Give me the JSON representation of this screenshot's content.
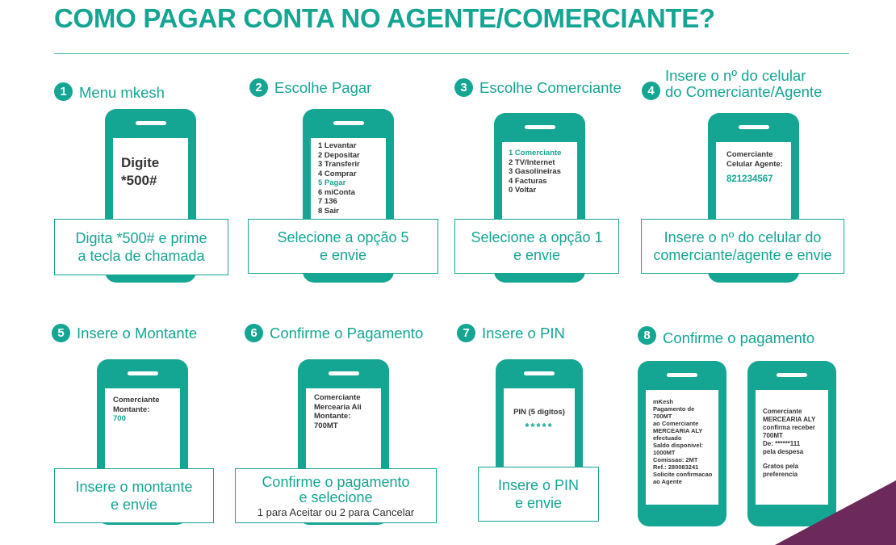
{
  "title": "COMO PAGAR CONTA NO AGENTE/COMERCIANTE?",
  "steps": [
    {
      "num": "1",
      "label": "Menu mkesh",
      "screen": {
        "line1": "Digite",
        "line2": "*500#"
      },
      "callout": [
        "Digita *500# e prime",
        "a tecla de chamada"
      ]
    },
    {
      "num": "2",
      "label": "Escolhe Pagar",
      "screen": {
        "items": [
          "1  Levantar",
          "2 Depositar",
          "3 Transferir",
          "4 Comprar",
          "5 Pagar",
          "6 miConta",
          "7 136",
          "8 Sair"
        ]
      },
      "callout": [
        "Selecione a opção 5",
        "e envie"
      ]
    },
    {
      "num": "3",
      "label": "Escolhe Comerciante",
      "screen": {
        "items": [
          "1 Comerciante",
          "2 TV/Internet",
          "3 Gasolineiras",
          "4 Facturas",
          "0  Voltar"
        ]
      },
      "callout": [
        "Selecione a opção 1",
        "e envie"
      ]
    },
    {
      "num": "4",
      "label_line1": "Insere o nº do celular",
      "label_line2": "do Comerciante/Agente",
      "screen": {
        "line1": "Comerciante",
        "line2": "Celular Agente:",
        "value": "821234567"
      },
      "callout": [
        "Insere o nº do celular do",
        "comerciante/agente e envie"
      ]
    },
    {
      "num": "5",
      "label": "Insere o Montante",
      "screen": {
        "line1": "Comerciante",
        "line2": "Montante:",
        "value": "700"
      },
      "callout": [
        "Insere o montante",
        "e envie"
      ]
    },
    {
      "num": "6",
      "label": "Confirme o Pagamento",
      "screen": {
        "lines": [
          "Comerciante",
          "Mercearia Ali",
          "Montante:",
          "700MT"
        ]
      },
      "callout": [
        "Confirme o pagamento",
        "e selecione"
      ],
      "callout_small": "1 para Aceitar ou 2 para Cancelar"
    },
    {
      "num": "7",
      "label": "Insere o PIN",
      "screen": {
        "line1": "PIN (5 digitos)",
        "value": "*****"
      },
      "callout": [
        "Insere o PIN",
        "e envie"
      ]
    },
    {
      "num": "8",
      "label": "Confirme o pagamento",
      "screen_a": [
        "mKesh",
        "Pagamento de",
        "700MT",
        "ao Comerciante",
        "MERCEARIA ALY",
        "efectuado",
        "Saldo disponivel:",
        "1000MT",
        "Comissao: 2MT",
        "Ref.: 280083241",
        "Solicite confirmacao",
        "ao Agente"
      ],
      "screen_b": [
        "Comerciante",
        "MERCEARIA ALY",
        "confirma receber",
        "700MT",
        "De: ******111",
        "pela despesa",
        "",
        "Gratos pela",
        "preferencia"
      ]
    }
  ],
  "colors": {
    "accent": "#14a593",
    "corner": "#6b2a5a"
  }
}
